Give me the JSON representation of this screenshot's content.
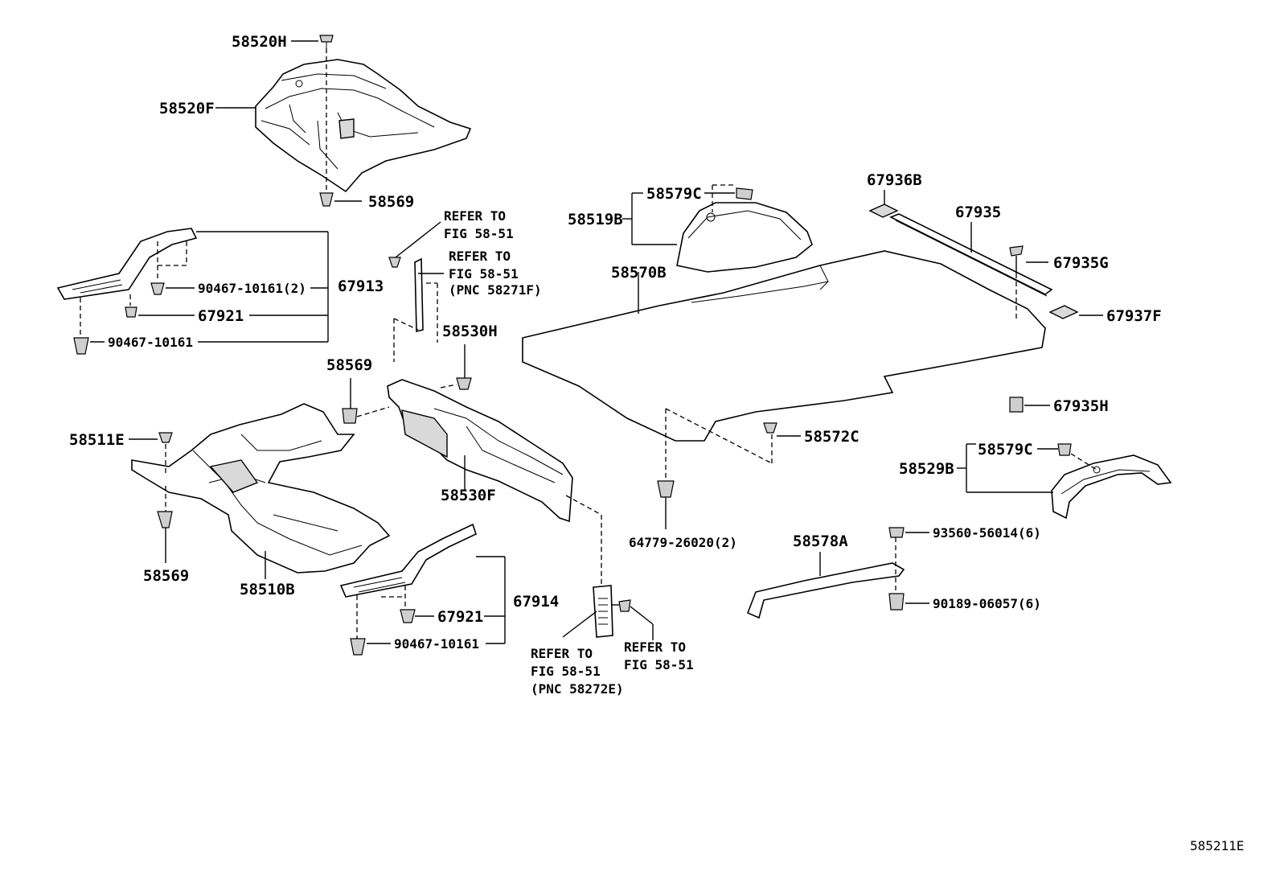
{
  "diagram": {
    "figure_id": "585211E",
    "labels": {
      "p58520H": "58520H",
      "p58520F": "58520F",
      "p58569_top": "58569",
      "p58569_mid": "58569",
      "p58569_low": "58569",
      "p67913": "67913",
      "p90467_10161_2": "90467-10161(2)",
      "p67921_a": "67921",
      "p90467_10161_a": "90467-10161",
      "p58511E": "58511E",
      "p58510B": "58510B",
      "p58530H": "58530H",
      "p58530F": "58530F",
      "p67914": "67914",
      "p67921_b": "67921",
      "p90467_10161_b": "90467-10161",
      "p58519B": "58519B",
      "p58579C_a": "58579C",
      "p58570B": "58570B",
      "p58572C": "58572C",
      "p64779": "64779-26020(2)",
      "p67936B": "67936B",
      "p67935": "67935",
      "p67935G": "67935G",
      "p67937F": "67937F",
      "p67935H": "67935H",
      "p58529B": "58529B",
      "p58579C_b": "58579C",
      "p58578A": "58578A",
      "p93560": "93560-56014(6)",
      "p90189": "90189-06057(6)"
    },
    "refer_notes": {
      "r1_line1": "REFER TO",
      "r1_line2": "FIG 58-51",
      "r2_line1": "REFER TO",
      "r2_line2": "FIG 58-51",
      "r2_line3": "(PNC 58271F)",
      "r3_line1": "REFER TO",
      "r3_line2": "FIG 58-51",
      "r3_line3": "(PNC 58272E)",
      "r4_line1": "REFER TO",
      "r4_line2": "FIG 58-51"
    }
  }
}
